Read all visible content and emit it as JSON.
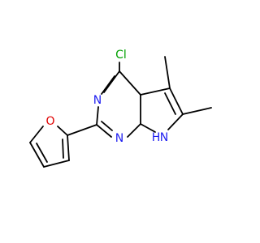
{
  "molecule": {
    "atoms": {
      "chlorine": "Cl",
      "nitrogen_upper": "N",
      "nitrogen_lower": "N",
      "nh_h": "H",
      "nh_n": "N",
      "oxygen": "O"
    },
    "colors": {
      "bond": "#000000",
      "chlorine": "#00a000",
      "nitrogen": "#1e1ef0",
      "oxygen": "#e00000"
    }
  }
}
